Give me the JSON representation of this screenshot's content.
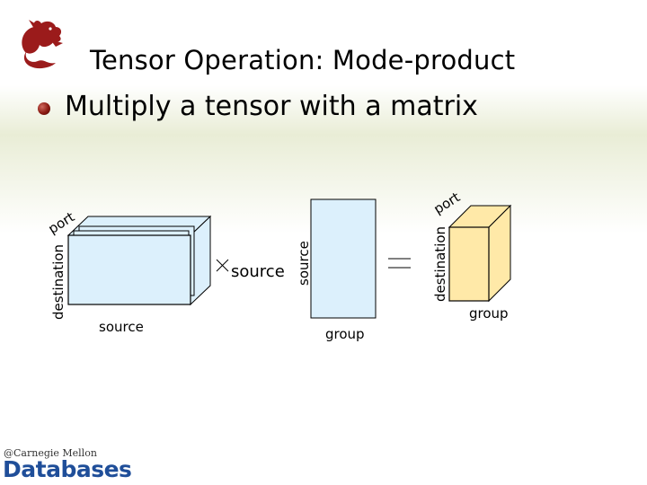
{
  "slide": {
    "title": "Tensor Operation: Mode-product",
    "bullet": "Multiply a tensor with a matrix"
  },
  "diagram": {
    "left_tensor": {
      "label_bottom": "source",
      "label_side": "destination",
      "label_depth": "port"
    },
    "operator_times": "×",
    "matrix": {
      "label_bottom": "group",
      "label_side": "source",
      "multiplier_label": "source"
    },
    "operator_equals": "=",
    "result_tensor": {
      "label_bottom": "group",
      "label_side": "destination",
      "label_depth": "port"
    }
  },
  "footer": {
    "copyright": "@Carnegie Mellon",
    "brand": "Databases"
  },
  "colors": {
    "tensor_fill": "#dcf0fc",
    "result_fill": "#ffe9a8",
    "logo_red": "#9b1b1b",
    "brand_blue": "#1f4e99"
  }
}
